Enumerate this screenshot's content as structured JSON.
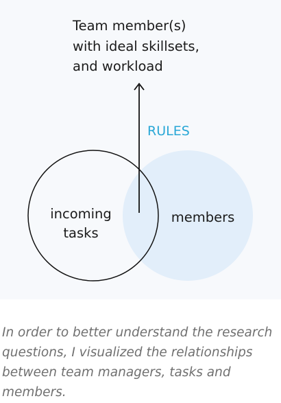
{
  "diagram": {
    "outcome_label": [
      "Team member(s)",
      "with ideal skillsets,",
      "and workload"
    ],
    "rules_label": "RULES",
    "left_circle_label": [
      "incoming",
      "tasks"
    ],
    "right_circle_label": "members",
    "colors": {
      "panel_background": "#f7f9fc",
      "members_fill": "#e2eefa",
      "rules_text": "#29a7d6",
      "lines": "#111111",
      "text": "#1a1a1a"
    }
  },
  "caption": "In order to better understand the research questions, I visualized the relationships between team managers, tasks and members."
}
